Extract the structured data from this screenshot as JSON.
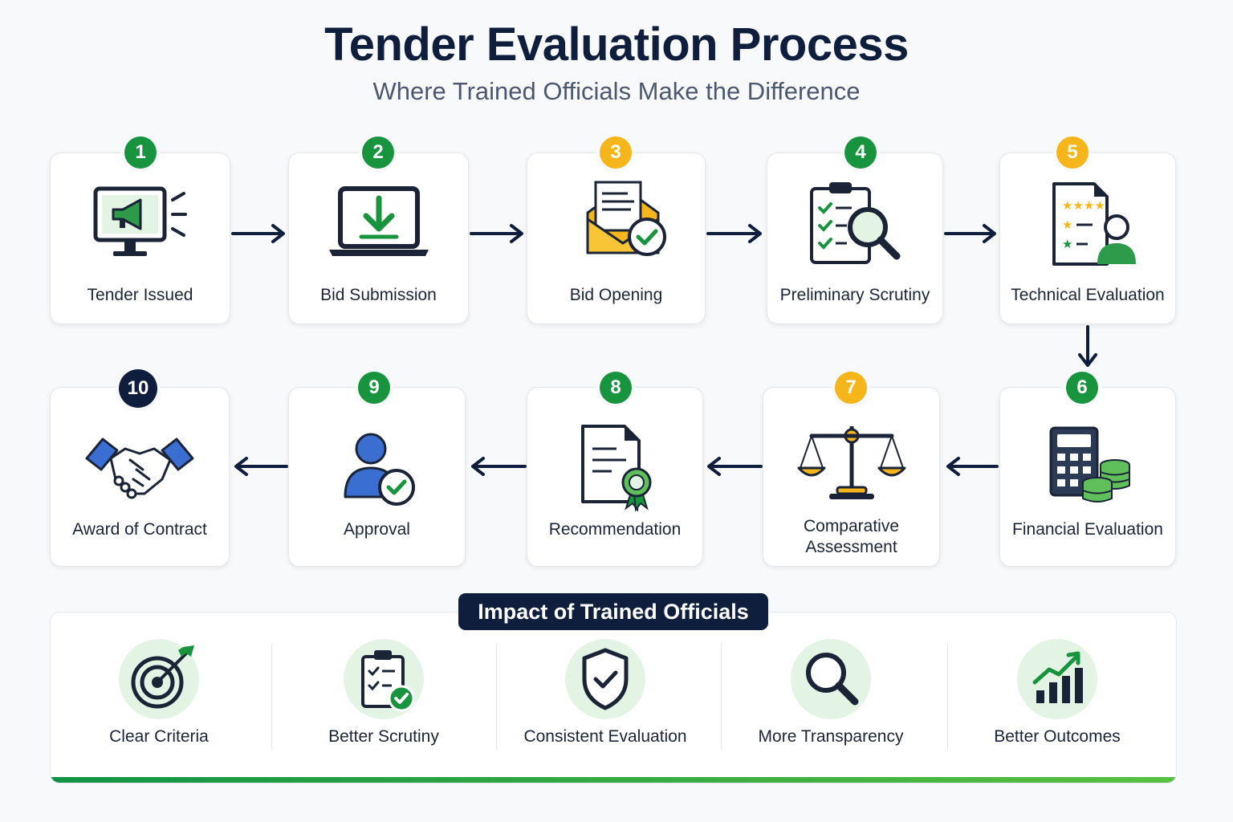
{
  "header": {
    "title": "Tender Evaluation Process",
    "subtitle": "Where Trained Officials Make the Difference"
  },
  "steps": [
    {
      "number": "1",
      "label": "Tender Issued",
      "badge_color": "#17943d",
      "icon": "monitor-megaphone-icon"
    },
    {
      "number": "2",
      "label": "Bid Submission",
      "badge_color": "#17943d",
      "icon": "laptop-download-icon"
    },
    {
      "number": "3",
      "label": "Bid Opening",
      "badge_color": "#f5b51b",
      "icon": "envelope-check-icon"
    },
    {
      "number": "4",
      "label": "Preliminary Scrutiny",
      "badge_color": "#17943d",
      "icon": "clipboard-magnifier-icon"
    },
    {
      "number": "5",
      "label": "Technical Evaluation",
      "badge_color": "#f5b51b",
      "icon": "document-rating-user-icon"
    },
    {
      "number": "6",
      "label": "Financial Evaluation",
      "badge_color": "#17943d",
      "icon": "calculator-coins-icon"
    },
    {
      "number": "7",
      "label": "Comparative Assessment",
      "badge_color": "#f5b51b",
      "icon": "balance-scale-icon"
    },
    {
      "number": "8",
      "label": "Recommendation",
      "badge_color": "#17943d",
      "icon": "document-ribbon-icon"
    },
    {
      "number": "9",
      "label": "Approval",
      "badge_color": "#17943d",
      "icon": "user-check-icon"
    },
    {
      "number": "10",
      "label": "Award of Contract",
      "badge_color": "#0f1e3d",
      "icon": "handshake-icon"
    }
  ],
  "impact": {
    "title": "Impact of Trained Officials",
    "items": [
      {
        "label": "Clear Criteria",
        "icon": "target-arrow-icon"
      },
      {
        "label": "Better Scrutiny",
        "icon": "clipboard-check-icon"
      },
      {
        "label": "Consistent Evaluation",
        "icon": "shield-check-icon"
      },
      {
        "label": "More Transparency",
        "icon": "magnifier-icon"
      },
      {
        "label": "Better Outcomes",
        "icon": "growth-chart-icon"
      }
    ]
  },
  "colors": {
    "navy": "#0f1e3d",
    "green": "#17943d",
    "yellow": "#f5b51b",
    "blue": "#3a6fd1",
    "light_green": "#e4f4e4"
  }
}
